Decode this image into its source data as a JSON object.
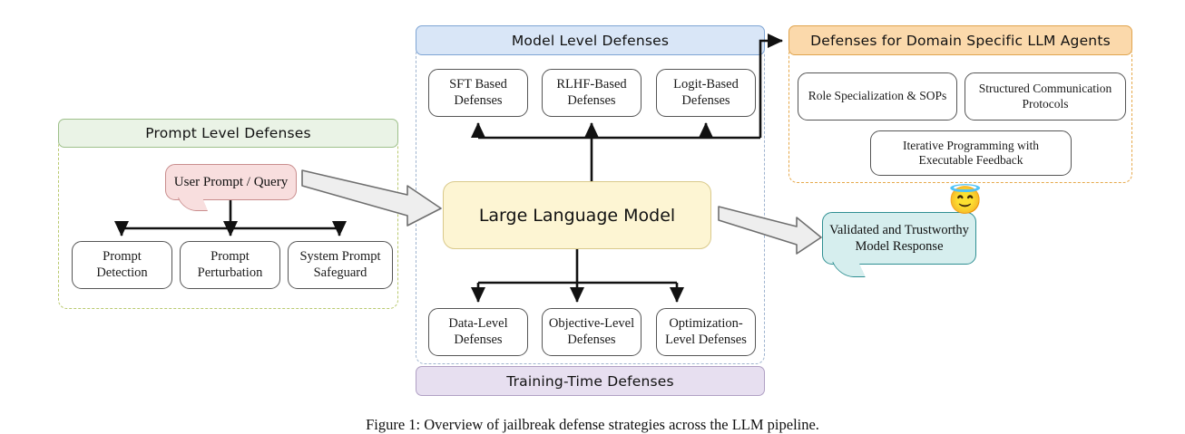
{
  "figure": {
    "caption": "Figure 1: Overview of jailbreak defense strategies across the LLM pipeline."
  },
  "panels": {
    "prompt_level": {
      "title": "Prompt Level Defenses",
      "accent": "#9ec08a",
      "header_bg": "#eaf3e6",
      "prompt_bubble": "User Prompt / Query",
      "nodes": [
        "Prompt\nDetection",
        "Prompt\nPerturbation",
        "System Prompt\nSafeguard"
      ]
    },
    "model_level": {
      "title": "Model Level Defenses",
      "accent": "#7ea4d4",
      "header_bg": "#d9e6f7",
      "nodes": [
        "SFT Based\nDefenses",
        "RLHF-Based\nDefenses",
        "Logit-Based\nDefenses"
      ]
    },
    "training_time": {
      "title": "Training-Time Defenses",
      "accent": "#b0a0c4",
      "header_bg": "#e7dff0",
      "nodes": [
        "Data-Level\nDefenses",
        "Objective-Level\nDefenses",
        "Optimization-\nLevel Defenses"
      ]
    },
    "domain_agents": {
      "title": "Defenses for Domain Specific LLM Agents",
      "accent": "#e0a44e",
      "header_bg": "#fbd9ab",
      "nodes": [
        "Role Specialization & SOPs",
        "Structured Communication\nProtocols",
        "Iterative Programming with\nExecutable Feedback"
      ]
    }
  },
  "core": {
    "llm_label": "Large Language Model",
    "llm_bg": "#fdf5d3",
    "llm_border": "#d9c98b"
  },
  "output": {
    "label": "Validated and Trustworthy\nModel Response",
    "bg": "#d6eeee",
    "border": "#2f8f92",
    "emoji": "😇",
    "emoji_name": "smiling-face-with-halo"
  }
}
